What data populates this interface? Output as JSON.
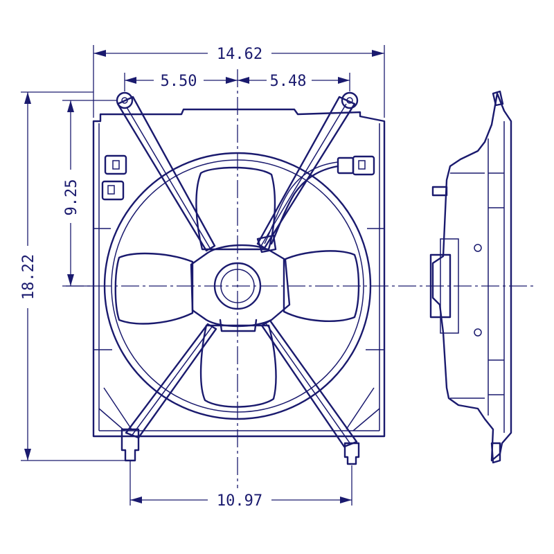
{
  "colors": {
    "ink": "#1a1a6e",
    "background": "#ffffff"
  },
  "dimensions": {
    "overall_width": "14.62",
    "left_mount_offset": "5.50",
    "right_mount_offset": "5.48",
    "upper_mount_height": "9.25",
    "overall_height": "18.22",
    "bottom_mount_span": "10.97"
  }
}
